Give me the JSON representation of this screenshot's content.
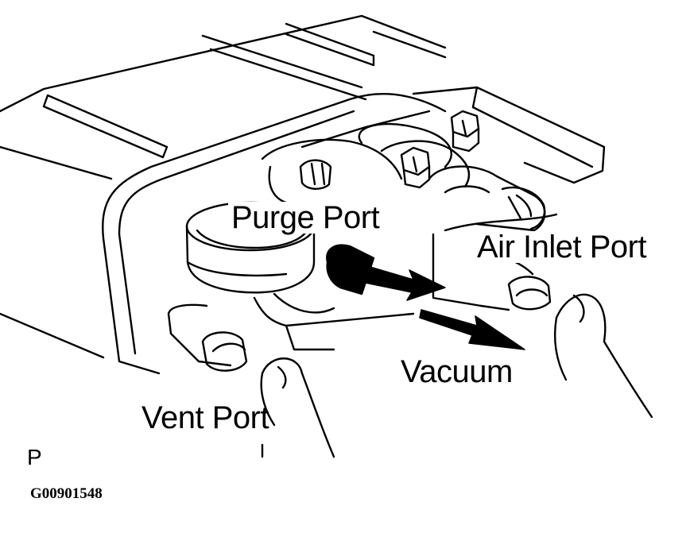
{
  "labels": {
    "purge_port": "Purge Port",
    "air_inlet_port": "Air Inlet Port",
    "vacuum": "Vacuum",
    "vent_port": "Vent Port",
    "panel_letter": "P"
  },
  "figure_ref": "G00901548",
  "colors": {
    "ink": "#000000",
    "paper": "#ffffff"
  }
}
